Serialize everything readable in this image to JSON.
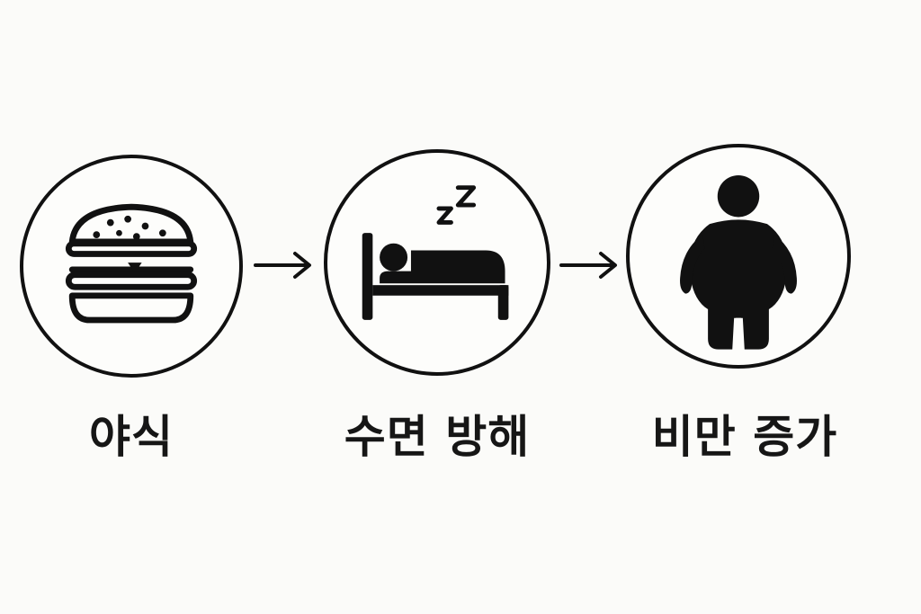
{
  "steps": [
    {
      "id": "late-night-snack",
      "label": "야식",
      "icon": "hamburger-icon"
    },
    {
      "id": "sleep-disruption",
      "label": "수면 방해",
      "icon": "sleeping-person-icon"
    },
    {
      "id": "obesity-increase",
      "label": "비만 증가",
      "icon": "obese-person-icon"
    }
  ],
  "arrows": [
    "arrow-right-icon",
    "arrow-right-icon"
  ],
  "colors": {
    "ink": "#111111",
    "background": "#fbfbf9"
  }
}
